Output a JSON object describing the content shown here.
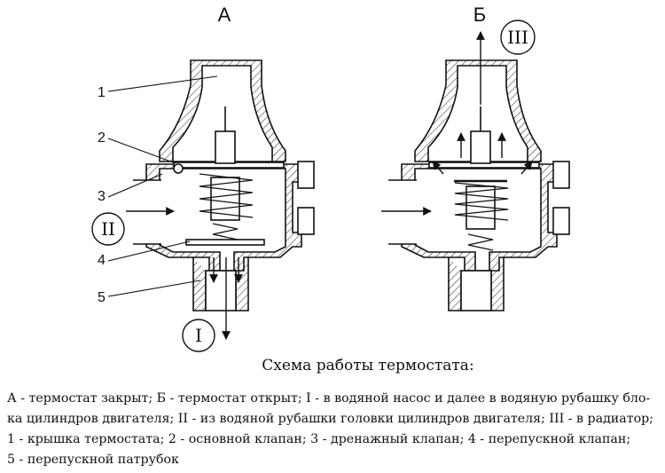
{
  "diagram": {
    "view_a": {
      "letter": "А",
      "flow_in": "II",
      "flow_out": "I"
    },
    "view_b": {
      "letter": "Б",
      "flow_out": "III"
    },
    "callouts": [
      "1",
      "2",
      "3",
      "4",
      "5"
    ]
  },
  "caption": {
    "title": "Схема работы термостата:",
    "lines": [
      "А - термостат закрыт; Б - термостат открыт; I - в водяной насос и далее в водяную рубашку бло-",
      "ка цилиндров двигателя; II - из водяной рубашки головки цилиндров двигателя; III - в радиатор;",
      "1 - крышка термостата; 2 - основной клапан; 3 - дренажный клапан; 4 - перепускной клапан;",
      "5 - перепускной патрубок"
    ]
  }
}
